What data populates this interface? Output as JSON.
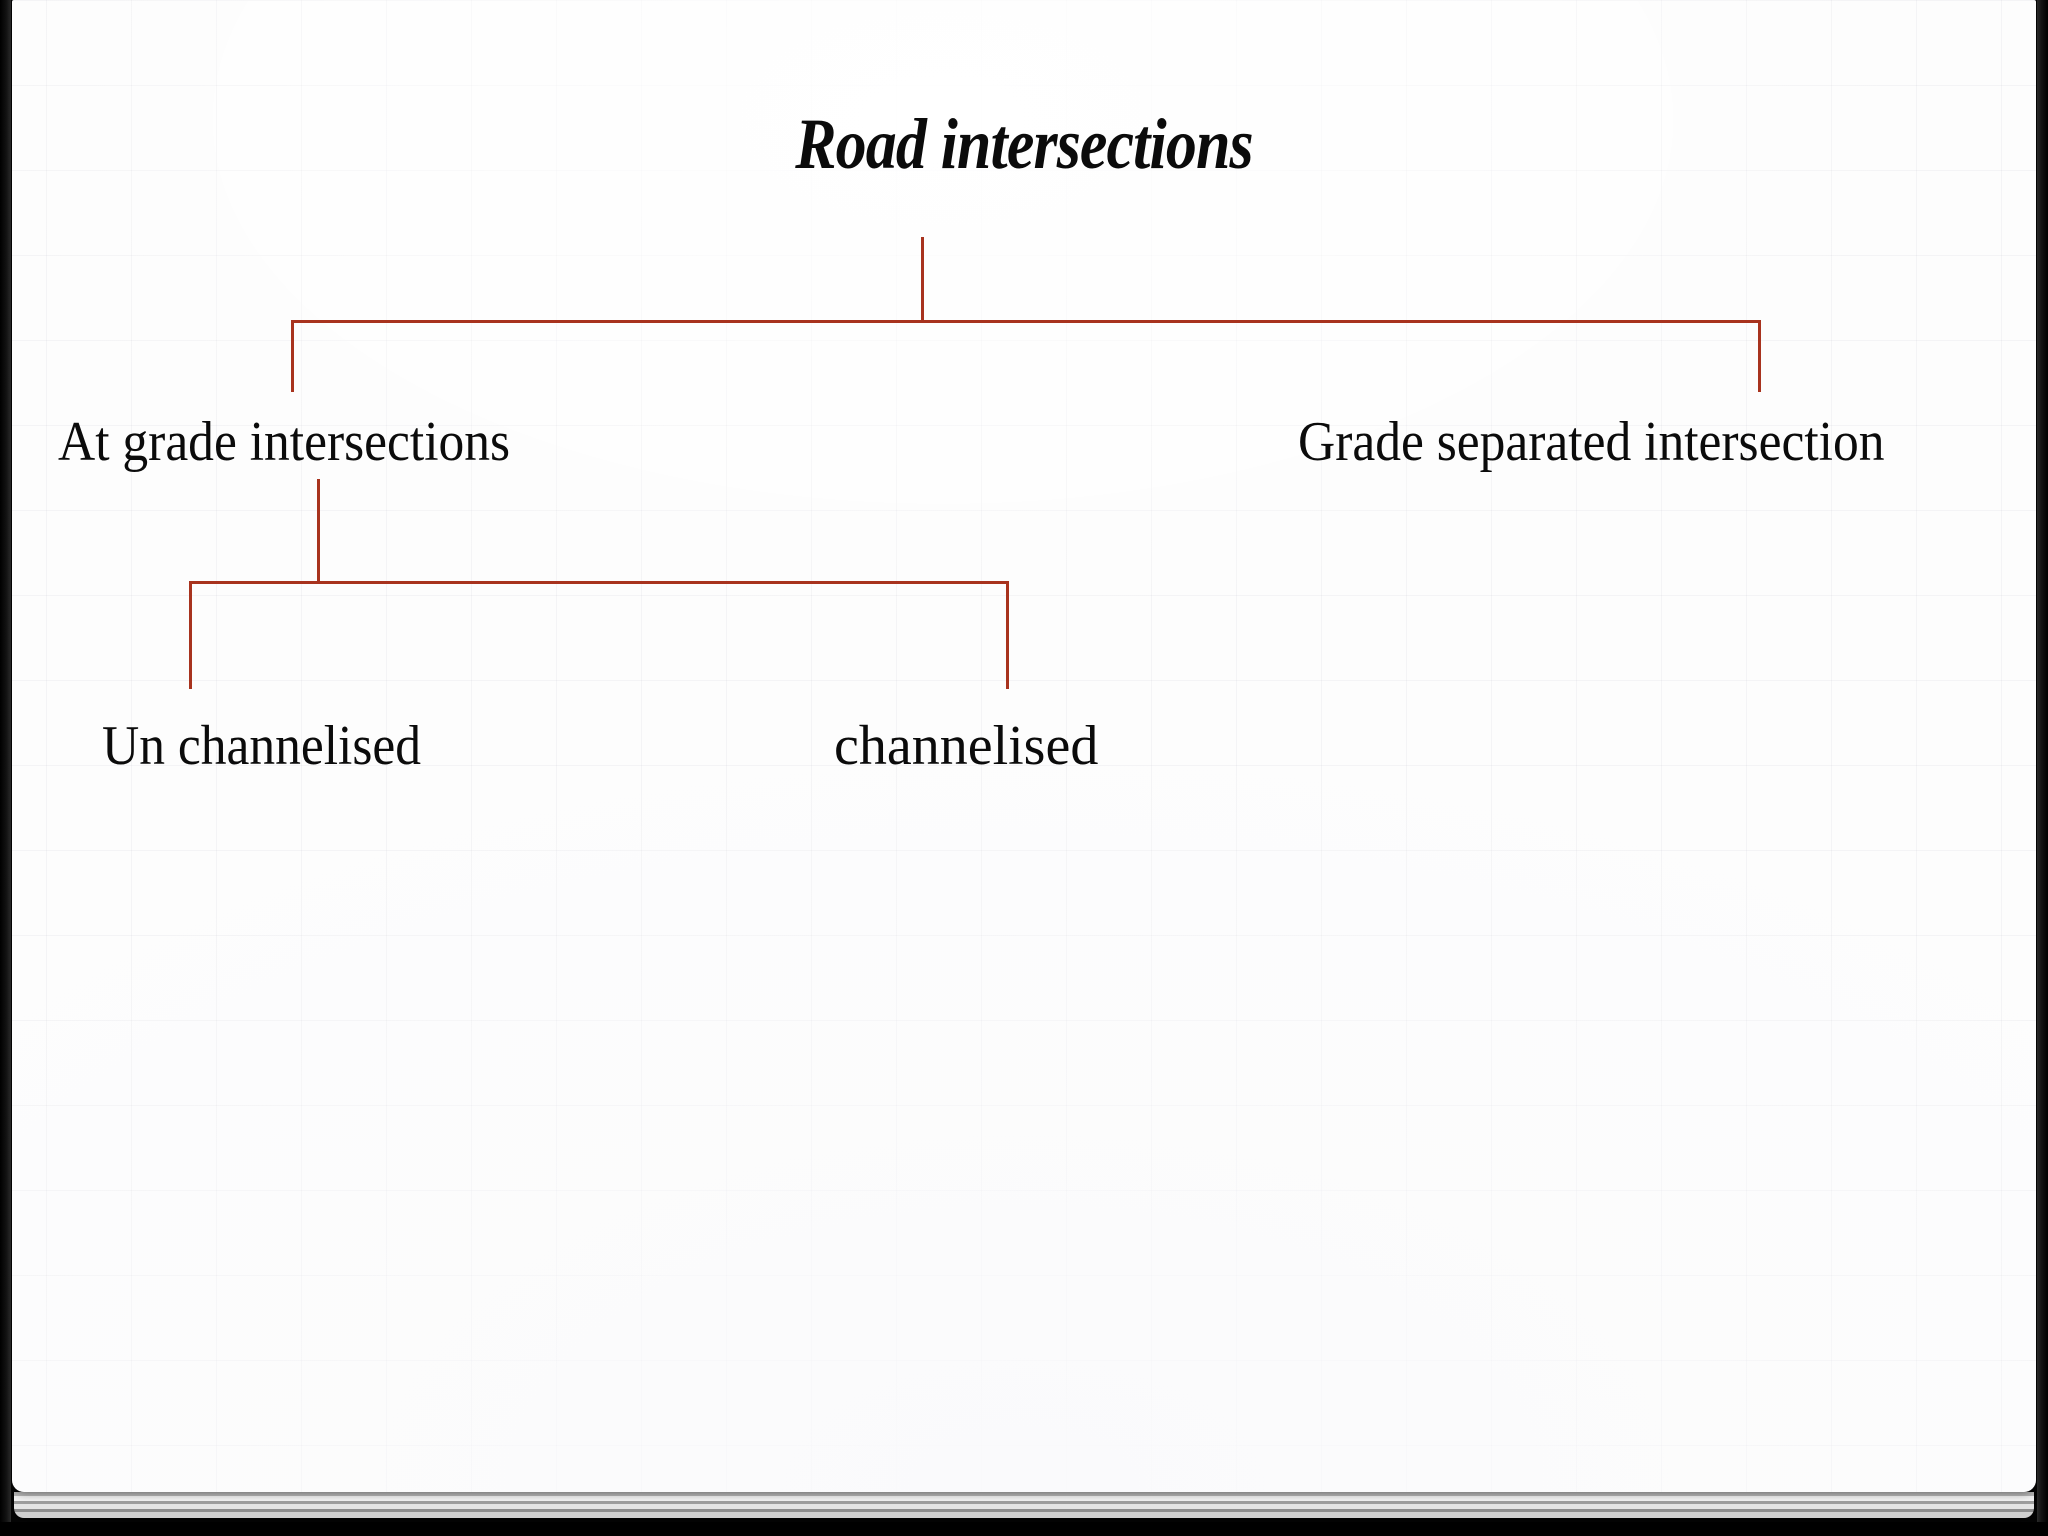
{
  "slide": {
    "title": "Road intersections",
    "accent_line_color": "#a8331e",
    "text_color": "#0b0b0b",
    "background_color": "#fdfdfd"
  },
  "diagram": {
    "type": "tree",
    "root": "Road intersections",
    "level2": [
      {
        "label": "At grade intersections"
      },
      {
        "label": "Grade separated intersection"
      }
    ],
    "level3": [
      {
        "label": "Un channelised",
        "parent": "At grade intersections"
      },
      {
        "label": "channelised",
        "parent": "At grade intersections"
      }
    ]
  }
}
